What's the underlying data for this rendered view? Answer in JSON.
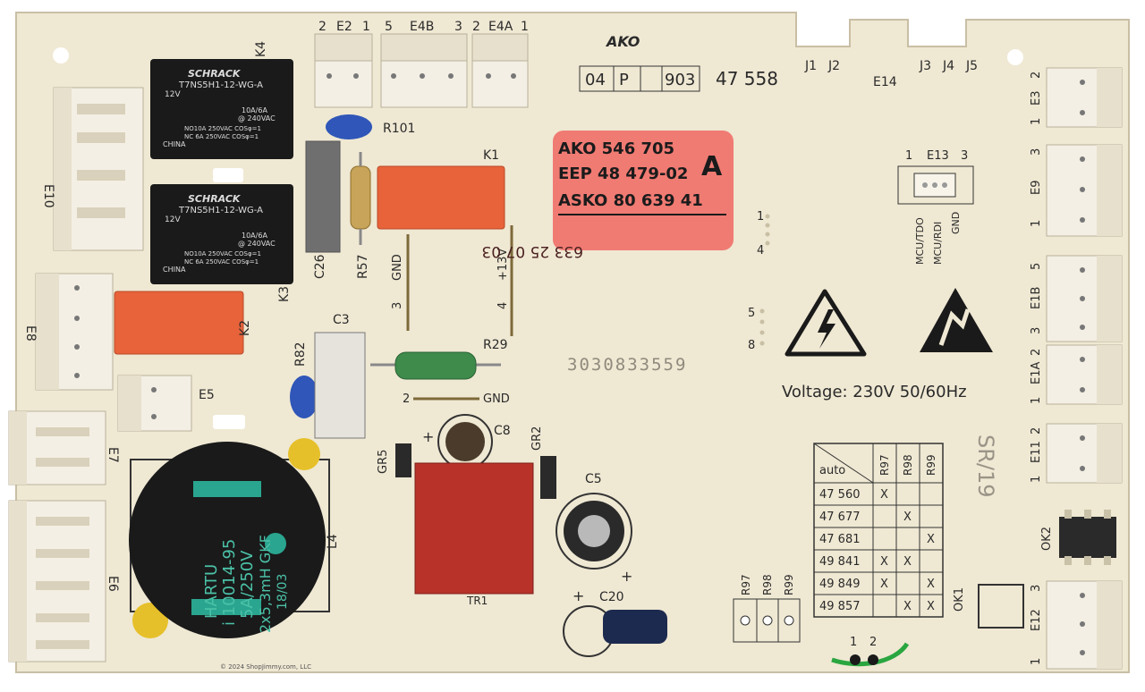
{
  "board": {
    "logo": "AKO",
    "code_boxes": [
      "04",
      "P",
      "903"
    ],
    "code_number": "47 558",
    "serial": "3030833559",
    "voltage": "Voltage: 230V 50/60Hz",
    "handwritten": "SR/19",
    "copyright": "© 2024 ShopJimmy.com, LLC"
  },
  "label": {
    "line1": "AKO  546  705",
    "big_letter": "A",
    "line2": "EEP  48  479-02",
    "line3": "ASKO  80  639  41",
    "stamp": "633 25 07 03"
  },
  "relays": {
    "brand": "SCHRACK",
    "model": "T7NS5H1-12-WG-A",
    "coil": "12V",
    "rating1": "10A/6A",
    "rating2": "@ 240VAC",
    "no_line": "NO10A 250VAC COSφ=1",
    "nc_line": "NC  6A 250VAC COSφ=1",
    "origin": "CHINA",
    "k4": "K4",
    "k3": "K3"
  },
  "choke": {
    "brand": "HARTU",
    "part": "i 10014-95",
    "rating": "5A/250V",
    "spec": "2x5,3mH GKF",
    "date": "18/03"
  },
  "refs": {
    "e2": "E2",
    "e4b": "E4B",
    "e4a": "E4A",
    "e14": "E14",
    "e13": "E13",
    "e3": "E3",
    "e9": "E9",
    "e1b": "E1B",
    "e1a": "E1A",
    "e11": "E11",
    "e12": "E12",
    "e10": "E10",
    "e8": "E8",
    "e7": "E7",
    "e6": "E6",
    "e5": "E5",
    "k1": "K1",
    "k2": "K2",
    "r101": "R101",
    "r57": "R57",
    "c26": "C26",
    "c3": "C3",
    "r82": "R82",
    "r29": "R29",
    "gr5": "GR5",
    "gr2": "GR2",
    "c8": "C8",
    "c5": "C5",
    "c20": "C20",
    "tr1": "TR1",
    "l4": "L4",
    "ok1": "OK1",
    "ok2": "OK2",
    "j1": "J1",
    "j2": "J2",
    "j3": "J3",
    "j4": "J4",
    "j5": "J5",
    "gnd": "GND",
    "v13": "+13V",
    "mcu_tdo": "MCU/TDO",
    "mcu_rdi": "MCU/RDI"
  },
  "table": {
    "header_auto": "auto",
    "cols": [
      "R97",
      "R98",
      "R99"
    ],
    "rows": [
      {
        "code": "47 560",
        "marks": [
          "X",
          "",
          ""
        ]
      },
      {
        "code": "47 677",
        "marks": [
          "",
          "X",
          ""
        ]
      },
      {
        "code": "47 681",
        "marks": [
          "",
          "",
          "X"
        ]
      },
      {
        "code": "49 841",
        "marks": [
          "X",
          "X",
          ""
        ]
      },
      {
        "code": "49 849",
        "marks": [
          "X",
          "",
          "X"
        ]
      },
      {
        "code": "49 857",
        "marks": [
          "",
          "X",
          "X"
        ]
      }
    ]
  },
  "jumper_labels": [
    "R97",
    "R98",
    "R99"
  ],
  "colors": {
    "board": "#efe8d3",
    "relay_black": "#1a1a1a",
    "orange_relay": "#e8623a",
    "label_pink": "#f07b73",
    "transformer": "#b8322a",
    "connector": "#f4efe4",
    "choke_teal": "#2aa58f"
  }
}
